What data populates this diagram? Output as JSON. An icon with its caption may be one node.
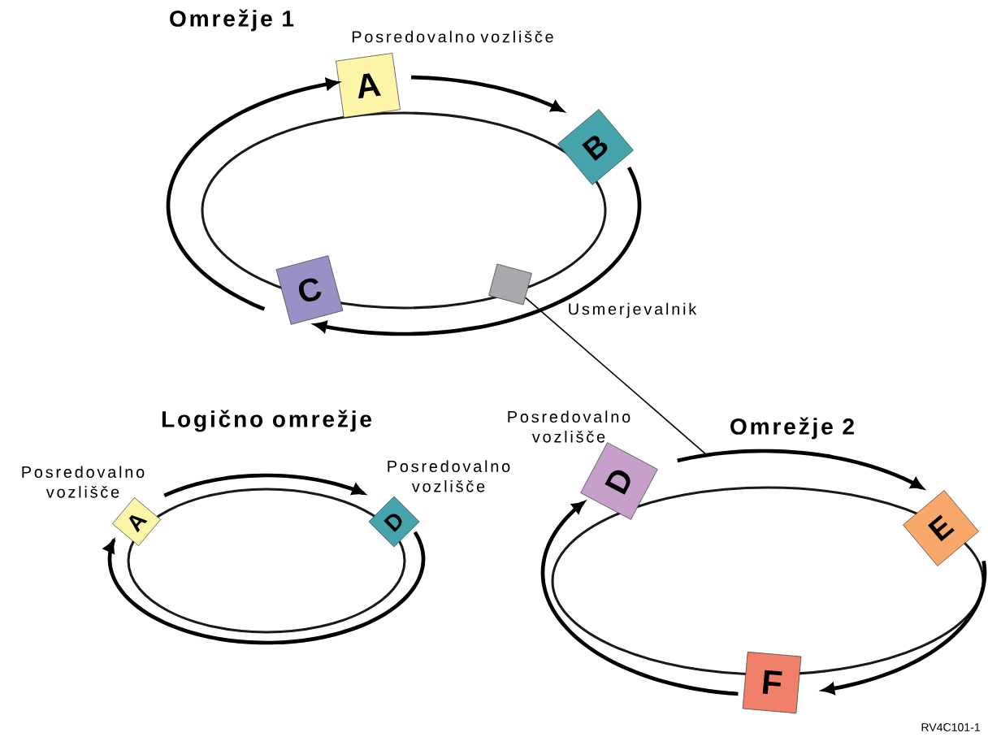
{
  "diagram": {
    "nodes": [
      {
        "text": [
          "A"
        ],
        "beside": [
          "Posredovalno vozlišče"
        ]
      },
      {
        "text": [
          "B"
        ]
      },
      {
        "text": [
          "C"
        ]
      },
      {
        "text": [],
        "shape": "box",
        "beside": [
          "Usmerjevalnik"
        ]
      },
      {
        "text": [
          "D"
        ],
        "beside": [
          "Posredovalno vozlišče"
        ]
      },
      {
        "text": [
          "E"
        ]
      },
      {
        "text": [
          "F"
        ]
      },
      {
        "text": [
          "A"
        ],
        "beside": [
          "Posredovalno vozlišče"
        ]
      },
      {
        "text": [
          "D"
        ],
        "beside": [
          "Posredovalno vozlišče"
        ]
      }
    ],
    "edges": [
      {
        "from": 0,
        "to": 1,
        "arrow": "to"
      },
      {
        "from": 1,
        "to": 2,
        "arrow": "to"
      },
      {
        "from": 2,
        "to": 0,
        "arrow": "to"
      },
      {
        "from": 3,
        "to": null,
        "arrow": "none"
      },
      {
        "from": 4,
        "to": 5,
        "arrow": "to"
      },
      {
        "from": 5,
        "to": 6,
        "arrow": "to"
      },
      {
        "from": 6,
        "to": 4,
        "arrow": "to"
      },
      {
        "from": 7,
        "to": 8,
        "arrow": "to"
      },
      {
        "from": 8,
        "to": 7,
        "arrow": "to"
      }
    ],
    "labels": [
      "Omrežje 1",
      "Logično omrežje",
      "Omrežje 2",
      "RV4C101-1"
    ]
  }
}
